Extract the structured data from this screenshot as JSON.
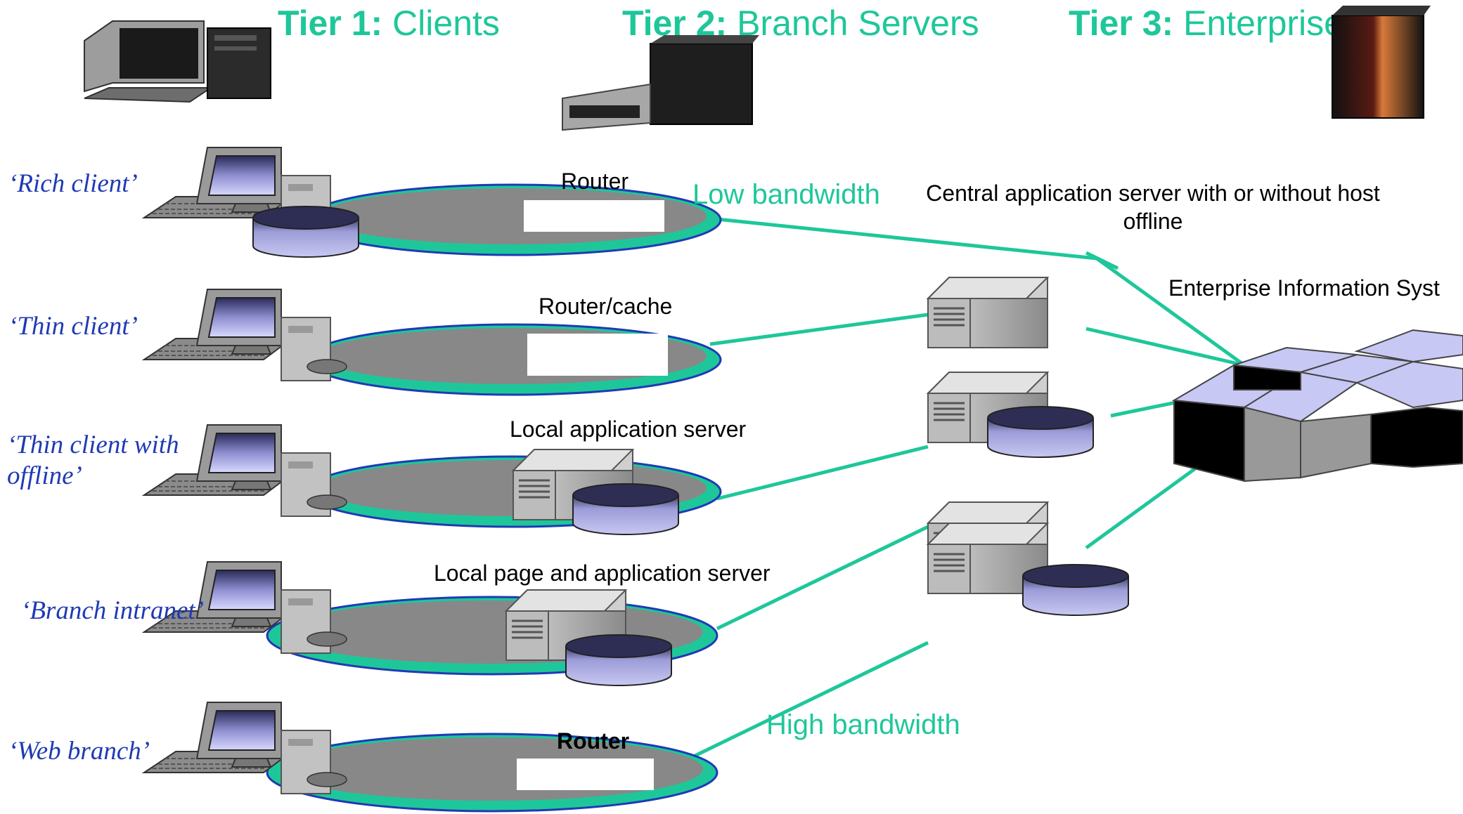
{
  "tiers": [
    {
      "bold": "Tier 1:",
      "label": "Clients"
    },
    {
      "bold": "Tier 2:",
      "label": "Branch Servers"
    },
    {
      "bold": "Tier 3:",
      "label": "Enterprise"
    }
  ],
  "clients": [
    {
      "label": "‘Rich client’",
      "node": "Router"
    },
    {
      "label": "‘Thin client’",
      "node": "Router/cache"
    },
    {
      "label": "‘Thin client with offline’",
      "node": "Local application server"
    },
    {
      "label": "‘Branch intranet’",
      "node": "Local page and application server"
    },
    {
      "label": "‘Web branch’",
      "node": "Router"
    }
  ],
  "bandwidth": {
    "low": "Low bandwidth",
    "high": "High bandwidth"
  },
  "enterprise": {
    "central": "Central application server with or without host offline",
    "eis": "Enterprise Information Syst"
  },
  "colors": {
    "accent": "#1ec79a",
    "client_label": "#1f3ab4",
    "disk": "#b9b9ea",
    "ring": "#1ec79a"
  }
}
